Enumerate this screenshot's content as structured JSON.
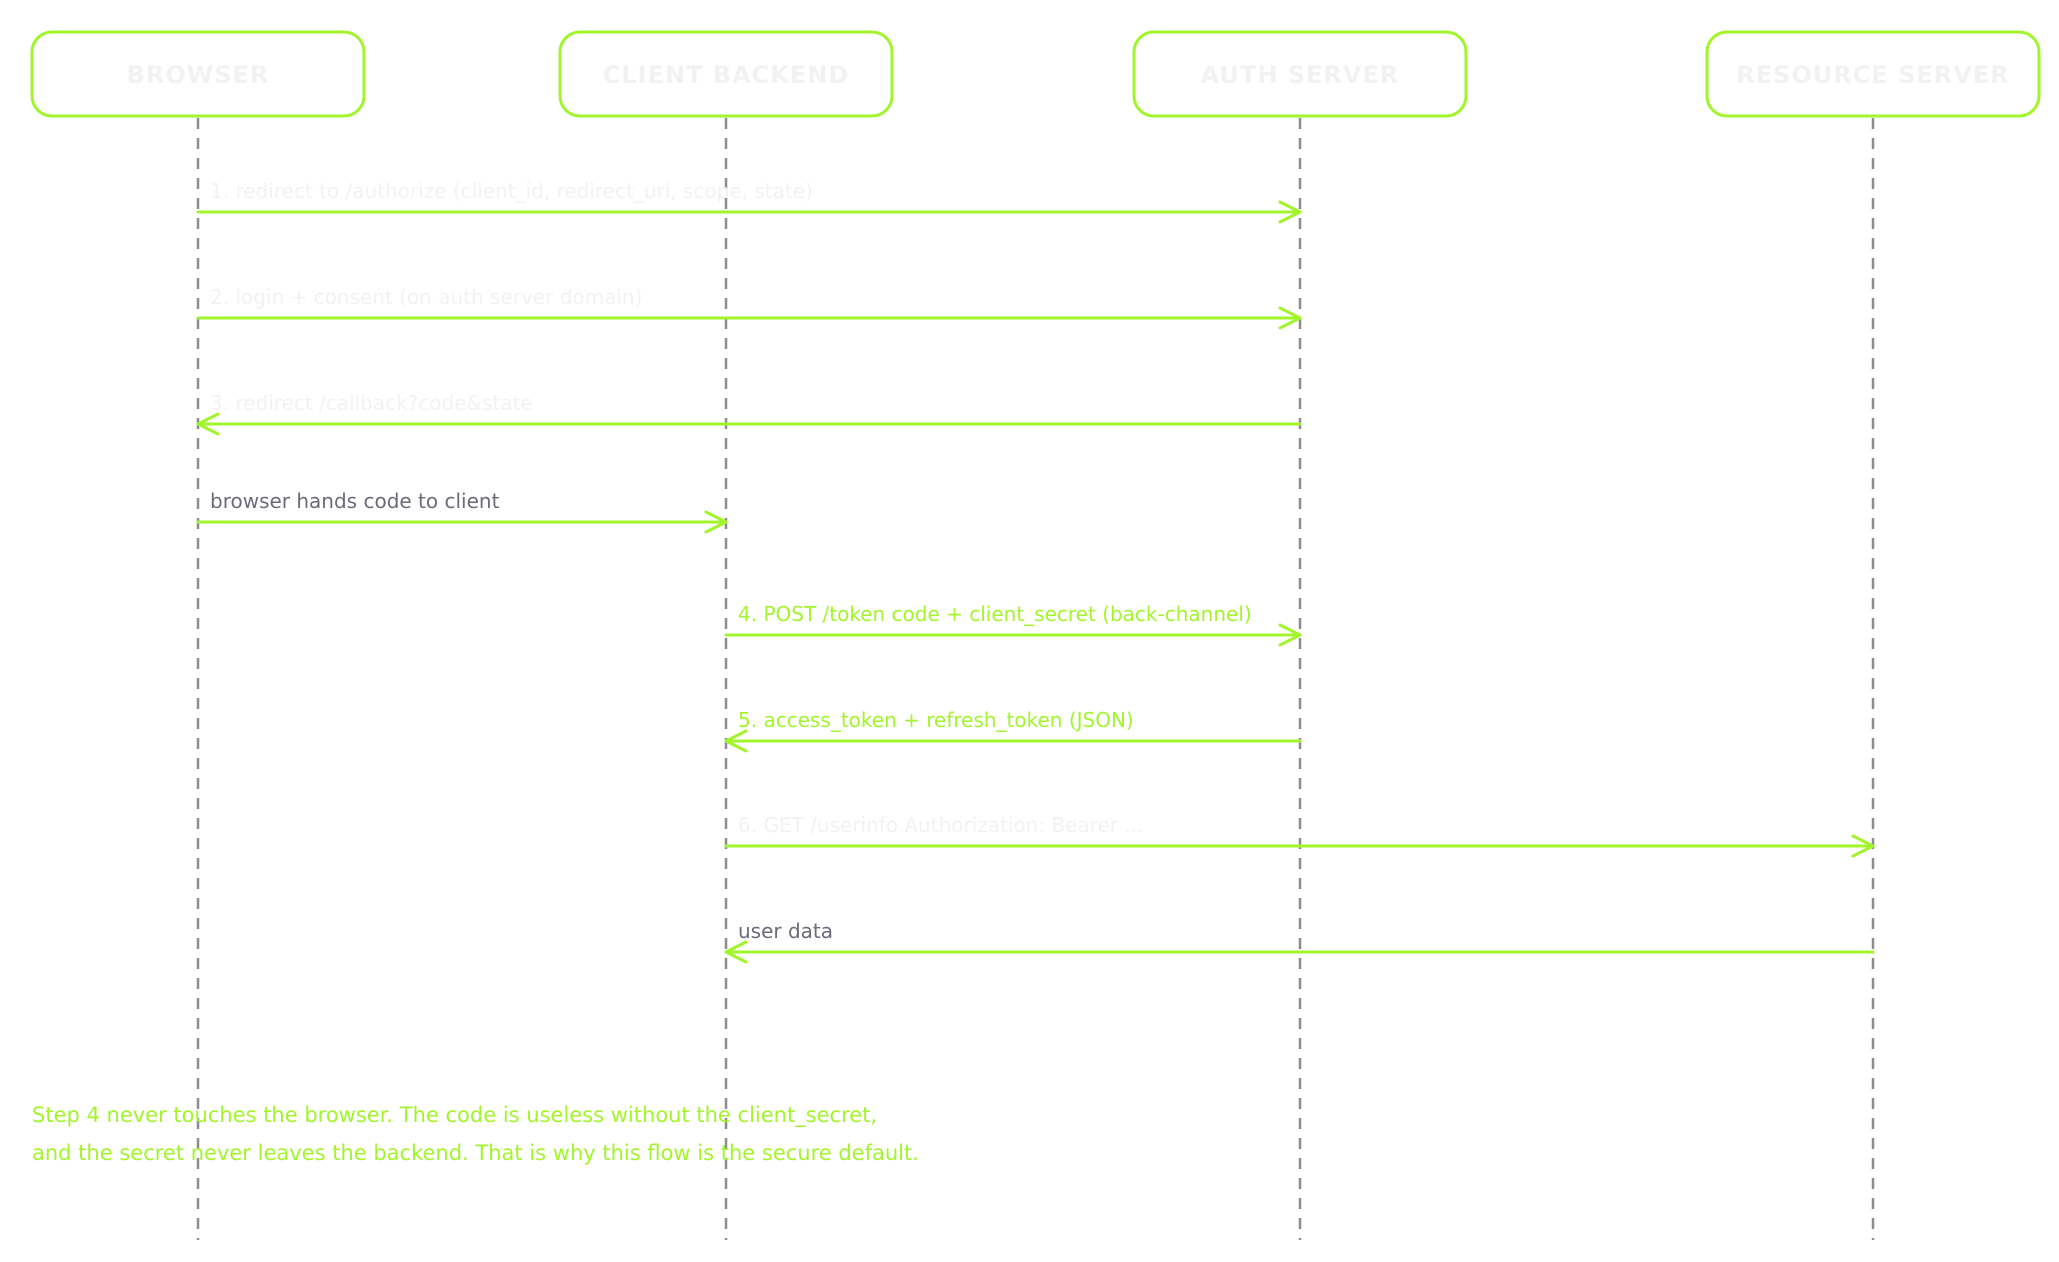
{
  "colors": {
    "accent": "#a3f52b",
    "lifeline": "#8c8c8c",
    "label_dim": "#f2f2f2",
    "label_gray": "#6b6b7b",
    "background": "#ffffff"
  },
  "participants": [
    {
      "id": "browser",
      "label": "BROWSER"
    },
    {
      "id": "client",
      "label": "CLIENT BACKEND"
    },
    {
      "id": "auth",
      "label": "AUTH SERVER"
    },
    {
      "id": "resource",
      "label": "RESOURCE SERVER"
    }
  ],
  "messages": [
    {
      "from": "browser",
      "to": "auth",
      "label": "1. redirect to /authorize (client_id, redirect_uri, scope, state)",
      "tone": "dim"
    },
    {
      "from": "browser",
      "to": "auth",
      "label": "2. login + consent (on auth server domain)",
      "tone": "dim"
    },
    {
      "from": "auth",
      "to": "browser",
      "label": "3. redirect /callback?code&state",
      "tone": "dim"
    },
    {
      "from": "browser",
      "to": "client",
      "label": "browser hands code to client",
      "tone": "gray"
    },
    {
      "from": "client",
      "to": "auth",
      "label": "4. POST /token code + client_secret (back-channel)",
      "tone": "accent"
    },
    {
      "from": "auth",
      "to": "client",
      "label": "5. access_token + refresh_token (JSON)",
      "tone": "accent"
    },
    {
      "from": "client",
      "to": "resource",
      "label": "6. GET /userinfo Authorization: Bearer ...",
      "tone": "dim"
    },
    {
      "from": "resource",
      "to": "client",
      "label": "user data",
      "tone": "gray"
    }
  ],
  "note": {
    "lines": [
      "Step 4 never touches the browser. The code is useless without the client_secret,",
      "and the secret never leaves the backend. That is why this flow is the secure default."
    ]
  }
}
